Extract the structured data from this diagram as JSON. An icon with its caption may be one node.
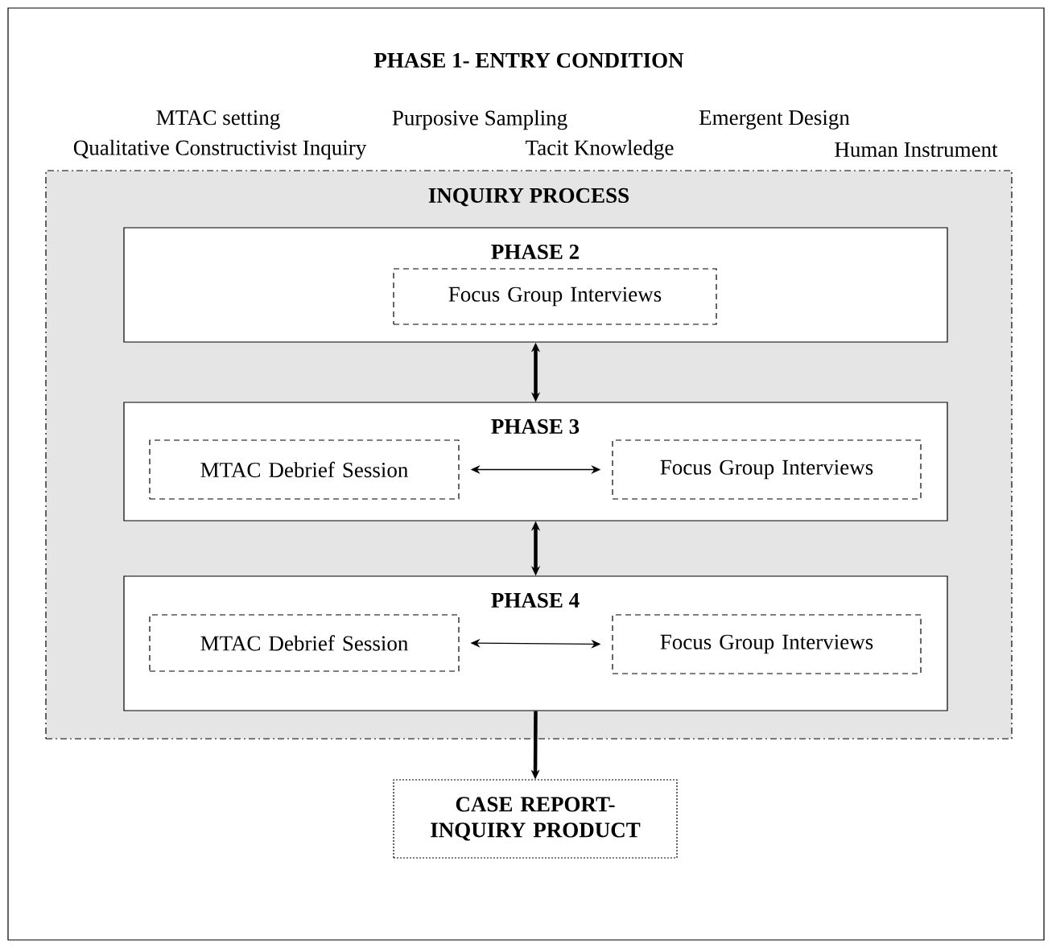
{
  "diagram": {
    "nodes": [
      {
        "text": [
          "PHASE 1- ENTRY CONDITION"
        ]
      },
      {
        "text": [
          "INQUIRY PROCESS"
        ],
        "in": 0
      },
      {
        "text": [
          "PHASE 2"
        ],
        "in": 1
      },
      {
        "text": [
          "Focus Group Interviews"
        ],
        "in": 2
      },
      {
        "text": [
          "PHASE 3"
        ],
        "in": 1
      },
      {
        "text": [
          "MTAC Debrief Session"
        ],
        "in": 4
      },
      {
        "text": [
          "Focus Group Interviews"
        ],
        "in": 4
      },
      {
        "text": [
          "PHASE 4"
        ],
        "in": 1
      },
      {
        "text": [
          "MTAC Debrief Session"
        ],
        "in": 7
      },
      {
        "text": [
          "Focus Group Interviews"
        ],
        "in": 7
      },
      {
        "text": [
          "CASE REPORT- INQUIRY PRODUCT"
        ],
        "in": 0
      }
    ],
    "edges": [
      {
        "from": 2,
        "to": 4,
        "arrow": "both"
      },
      {
        "from": 5,
        "to": 6,
        "arrow": "both"
      },
      {
        "from": 4,
        "to": 7,
        "arrow": "both"
      },
      {
        "from": 8,
        "to": 9,
        "arrow": "both"
      },
      {
        "from": 7,
        "to": 10,
        "arrow": "to"
      }
    ],
    "labels": [
      "MTAC setting",
      "Purposive Sampling",
      "Emergent Design",
      "Qualitative Constructivist Inquiry",
      "Tacit Knowledge",
      "Human Instrument"
    ]
  }
}
